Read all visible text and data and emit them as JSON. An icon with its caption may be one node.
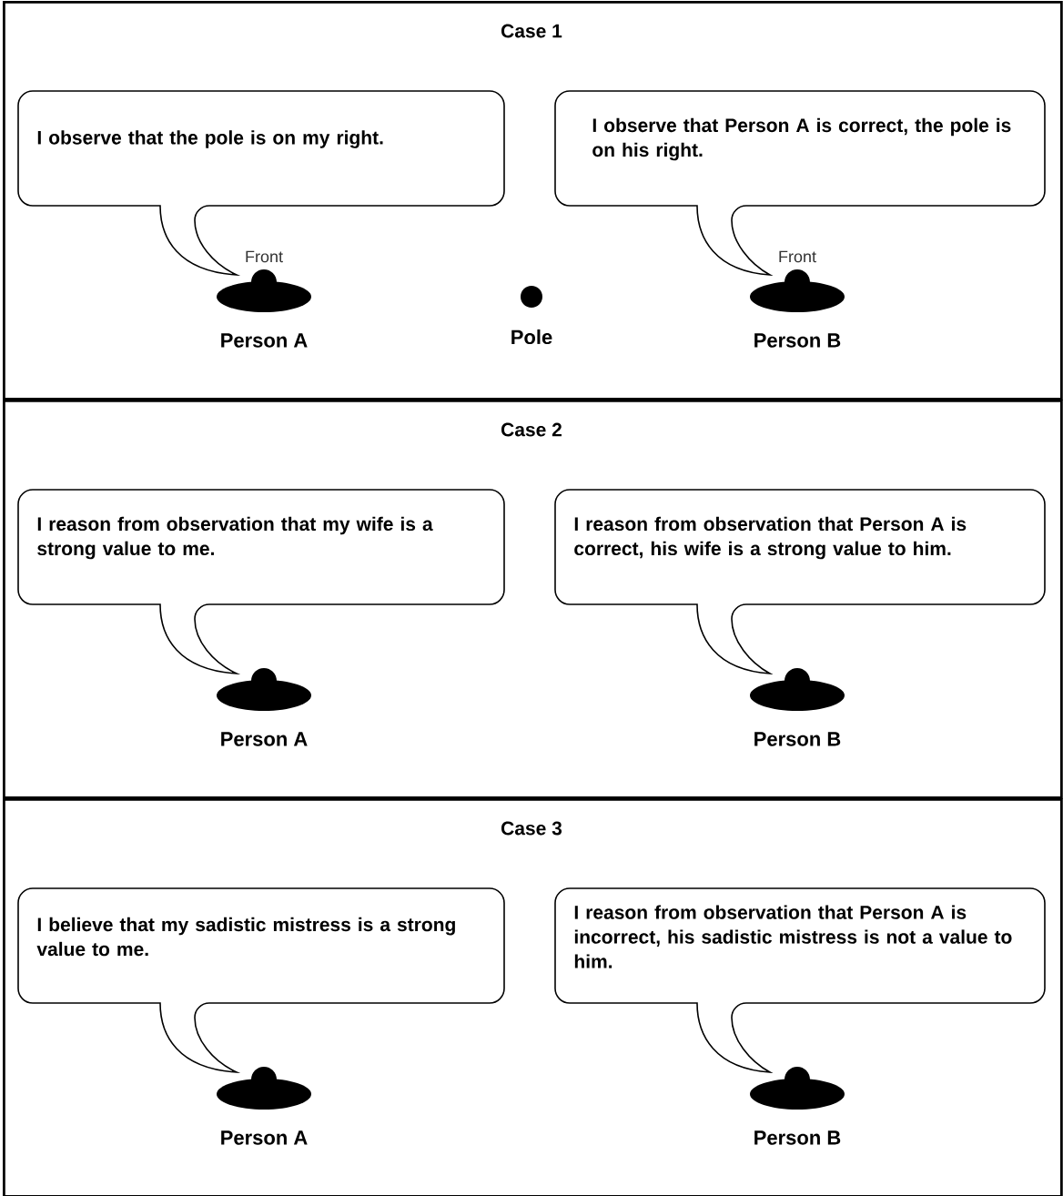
{
  "diagram": {
    "nodes": [
      {
        "text": [
          "Case 1"
        ]
      },
      {
        "text": [
          "I observe that the pole is on my right."
        ],
        "in": 0
      },
      {
        "text": [
          "I observe that Person A is correct, the pole is on his right."
        ],
        "in": 0
      },
      {
        "text": [],
        "shape": "person",
        "in": 0,
        "beside": [
          "Front",
          "Person A"
        ]
      },
      {
        "text": [],
        "shape": "circle",
        "in": 0,
        "beside": [
          "Pole"
        ]
      },
      {
        "text": [],
        "shape": "person",
        "in": 0,
        "beside": [
          "Front",
          "Person B"
        ]
      },
      {
        "text": [
          "Case 2"
        ]
      },
      {
        "text": [
          "I reason from observation that my wife is a strong value to me."
        ],
        "in": 6
      },
      {
        "text": [
          "I reason from observation that Person A is correct, his wife is a strong value to him."
        ],
        "in": 6
      },
      {
        "text": [],
        "shape": "person",
        "in": 6,
        "beside": [
          "Person A"
        ]
      },
      {
        "text": [],
        "shape": "person",
        "in": 6,
        "beside": [
          "Person B"
        ]
      },
      {
        "text": [
          "Case 3"
        ]
      },
      {
        "text": [
          "I believe that my sadistic mistress is a strong value to me."
        ],
        "in": 11
      },
      {
        "text": [
          "I reason from observation that Person A is incorrect, his sadistic mistress is not a value to him."
        ],
        "in": 11
      },
      {
        "text": [],
        "shape": "person",
        "in": 11,
        "beside": [
          "Person A"
        ]
      },
      {
        "text": [],
        "shape": "person",
        "in": 11,
        "beside": [
          "Person B"
        ]
      }
    ]
  }
}
